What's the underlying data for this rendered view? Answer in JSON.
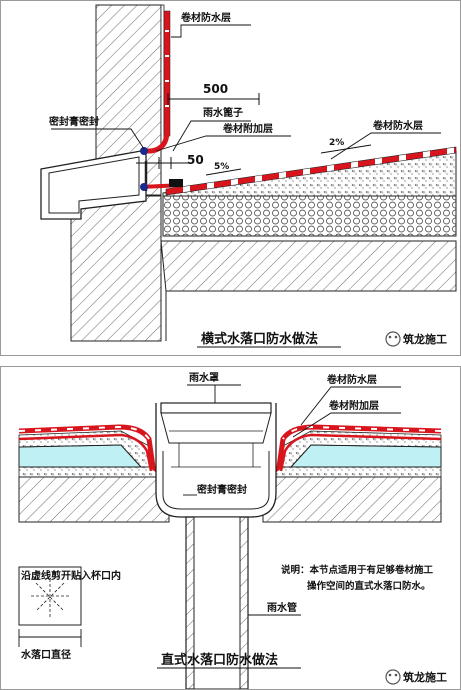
{
  "top": {
    "title": "横式水落口防水做法",
    "labels": {
      "membrane_top": "卷材防水层",
      "dim_500": "500",
      "grate": "雨水篦子",
      "sealant": "密封膏密封",
      "membrane_add": "卷材附加层",
      "membrane_right": "卷材防水层",
      "slope_2": "2%",
      "dim_50": "50",
      "slope_5": "5%"
    },
    "watermark": "筑龙施工"
  },
  "bottom": {
    "title": "直式水落口防水做法",
    "labels": {
      "cover": "雨水罩",
      "membrane": "卷材防水层",
      "membrane_add": "卷材附加层",
      "sealant": "密封膏密封",
      "note_line1": "说明：本节点适用于有足够卷材施工",
      "note_line2": "操作空间的直式水落口防水。",
      "pipe": "雨水管",
      "cut_note": "沿虚线剪开贴入杯口内",
      "diameter": "水落口直径"
    },
    "watermark": "筑龙施工"
  },
  "colors": {
    "membrane_red": "#d8141c",
    "insulation_cyan": "#bff0f4",
    "line": "#111111"
  }
}
